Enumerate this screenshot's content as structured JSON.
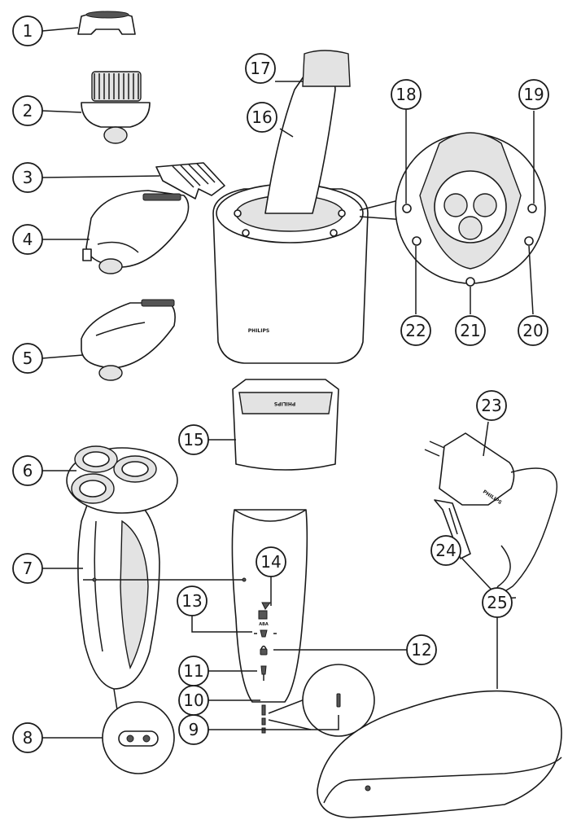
{
  "callouts": [
    "1",
    "2",
    "3",
    "4",
    "5",
    "6",
    "7",
    "8",
    "9",
    "10",
    "11",
    "12",
    "13",
    "14",
    "15",
    "16",
    "17",
    "18",
    "19",
    "20",
    "21",
    "22",
    "23",
    "24",
    "25"
  ],
  "brand": {
    "station": "PHILIPS",
    "cartridge": "PHILIPS",
    "adapter": "PHILIPS"
  },
  "colors": {
    "ink": "#1a1a1a",
    "shade": "#e3e3e3",
    "paper": "#ffffff"
  }
}
